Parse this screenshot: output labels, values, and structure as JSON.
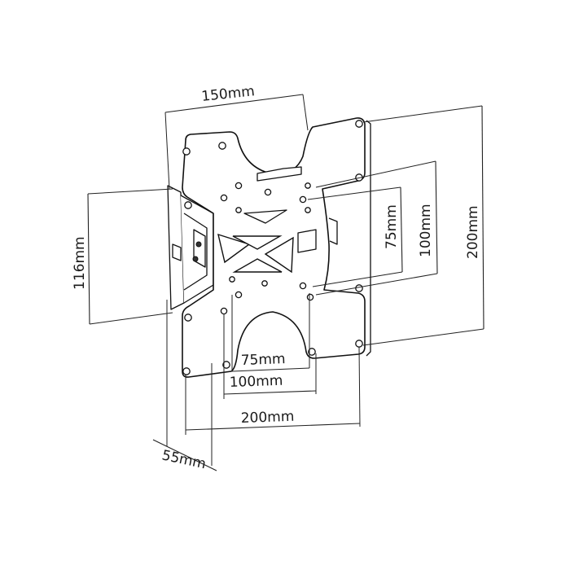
{
  "diagram": {
    "dimensions": {
      "top_width": "150mm",
      "right_height": "200mm",
      "hole_v_100": "100mm",
      "hole_v_75": "75mm",
      "left_height": "116mm",
      "hole_h_75": "75mm",
      "hole_h_100": "100mm",
      "hole_h_200": "200mm",
      "depth": "55mm"
    }
  }
}
